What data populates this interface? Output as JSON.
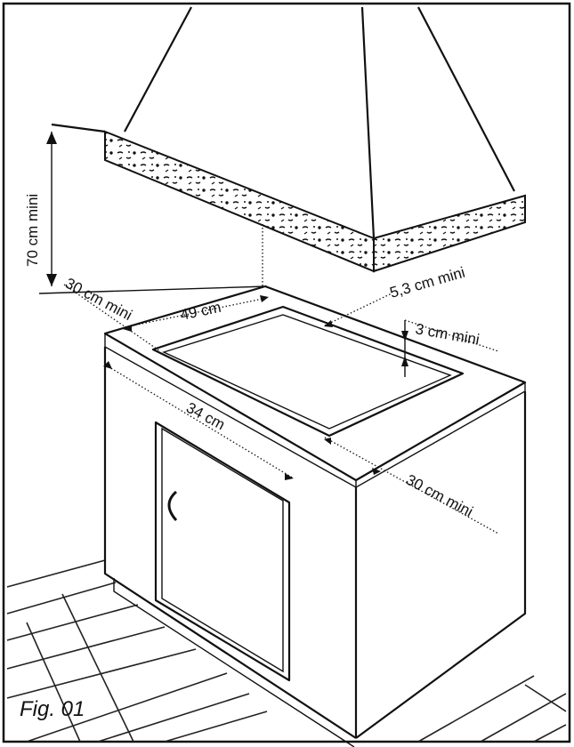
{
  "dimensions": {
    "wall_clearance_height": "70 cm mini",
    "left_side_clearance": "30 cm mini",
    "cutout_depth": "49 cm",
    "back_clearance": "5,3 cm mini",
    "cutout_edge_offset": "3 cm mini",
    "cutout_width": "34 cm",
    "right_side_clearance": "30 cm mini"
  },
  "caption": "Fig. 01"
}
